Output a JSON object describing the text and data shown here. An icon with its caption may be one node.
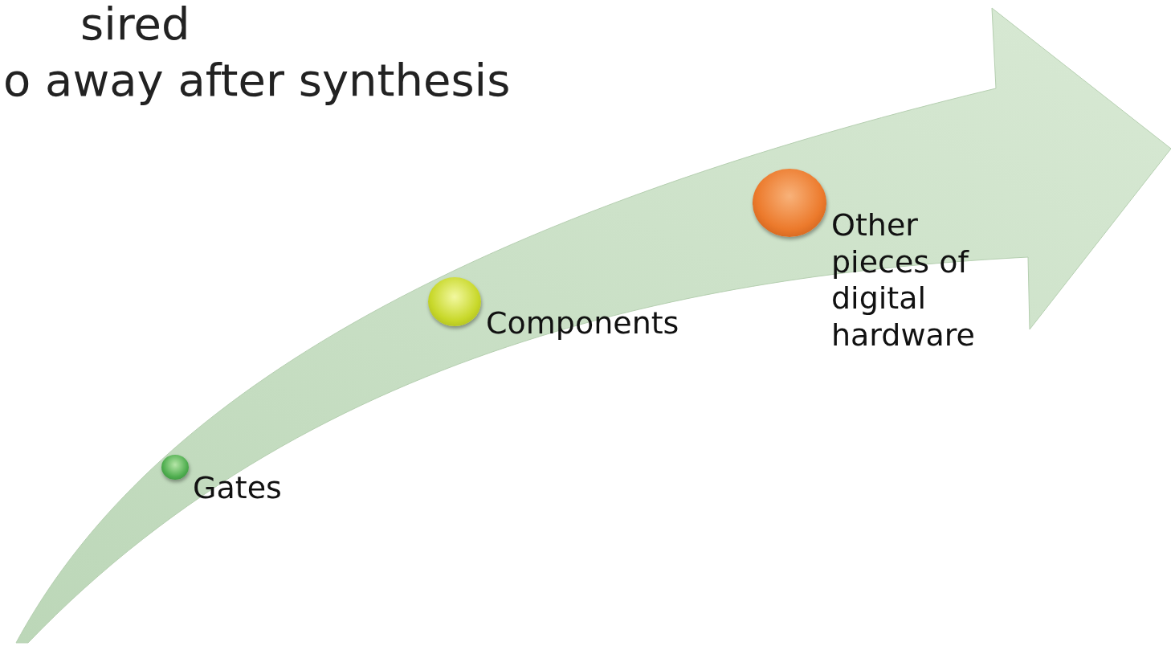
{
  "diagram": {
    "nodes": [
      {
        "text": [],
        "shape": "circle",
        "beside": [
          "Gates"
        ]
      },
      {
        "text": [],
        "shape": "circle",
        "beside": [
          "Components"
        ]
      },
      {
        "text": [],
        "shape": "circle",
        "beside": [
          "Other pieces of digital hardware"
        ]
      }
    ],
    "labels": [
      "sired",
      "o away after synthesis"
    ]
  }
}
